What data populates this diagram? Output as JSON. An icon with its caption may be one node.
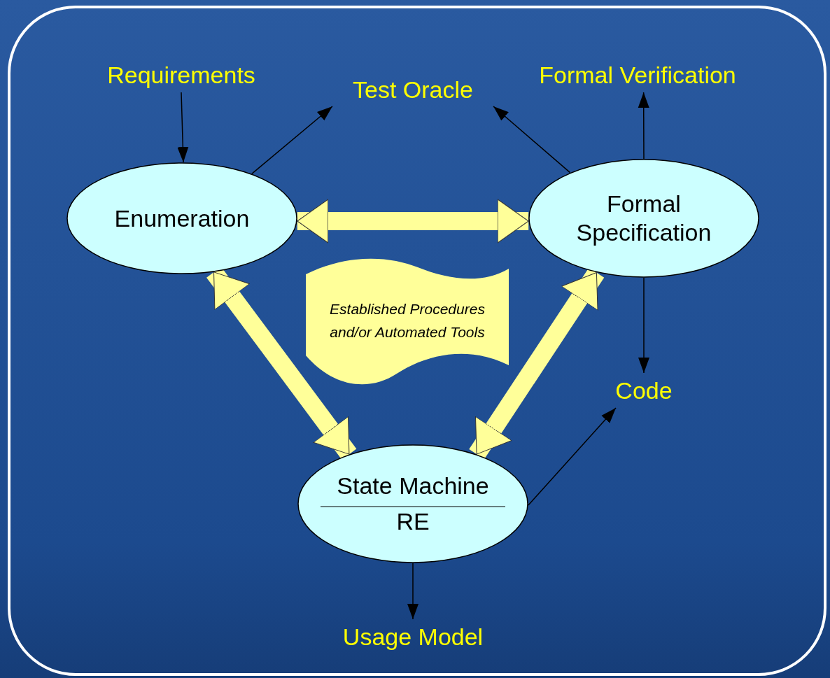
{
  "diagram": {
    "nodes": [
      {
        "text": [
          "Requirements"
        ]
      },
      {
        "text": [
          "Test Oracle"
        ]
      },
      {
        "text": [
          "Formal Verification"
        ]
      },
      {
        "text": [
          "Enumeration"
        ]
      },
      {
        "text": [
          "Formal Specification"
        ]
      },
      {
        "text": [
          "Established Procedures and/or Automated Tools"
        ]
      },
      {
        "text": [
          "Code"
        ]
      },
      {
        "text": [
          "State Machine",
          "RE"
        ]
      },
      {
        "text": [
          "Usage Model"
        ]
      }
    ],
    "edges": [
      {
        "from": 0,
        "to": 3,
        "arrow": "to"
      },
      {
        "from": 3,
        "to": 1,
        "arrow": "to"
      },
      {
        "from": 4,
        "to": 1,
        "arrow": "to"
      },
      {
        "from": 4,
        "to": 2,
        "arrow": "to"
      },
      {
        "from": 3,
        "to": 4,
        "arrow": "both",
        "style": "thick",
        "color": "#ffff99"
      },
      {
        "from": 3,
        "to": 7,
        "arrow": "both",
        "style": "thick",
        "color": "#ffff99"
      },
      {
        "from": 4,
        "to": 7,
        "arrow": "both",
        "style": "thick",
        "color": "#ffff99"
      },
      {
        "from": 4,
        "to": 6,
        "arrow": "to"
      },
      {
        "from": 7,
        "to": 6,
        "arrow": "to"
      },
      {
        "from": 7,
        "to": 8,
        "arrow": "to"
      }
    ]
  }
}
